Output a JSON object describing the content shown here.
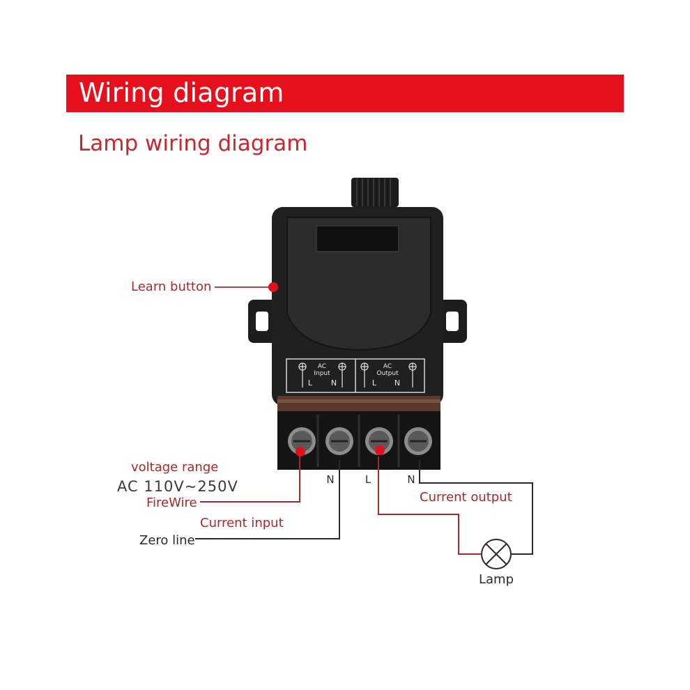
{
  "header": {
    "title": "Wiring diagram"
  },
  "subtitle": "Lamp wiring diagram",
  "device": {
    "panel_left": {
      "line1": "AC",
      "line2": "Input",
      "l": "L",
      "n": "N"
    },
    "panel_right": {
      "line1": "AC",
      "line2": "Output",
      "l": "L",
      "n": "N"
    }
  },
  "labels": {
    "learn_button": "Learn button",
    "voltage_range": "voltage range",
    "voltage_value": "AC 110V~250V",
    "firewire": "FireWire",
    "current_input": "Current input",
    "zero_line": "Zero line",
    "current_output": "Current output",
    "lamp": "Lamp",
    "term_n1": "N",
    "term_l": "L",
    "term_n2": "N"
  },
  "colors": {
    "banner": "#e5101b",
    "accent_red": "#a42a2e",
    "marker": "#e0101c"
  }
}
